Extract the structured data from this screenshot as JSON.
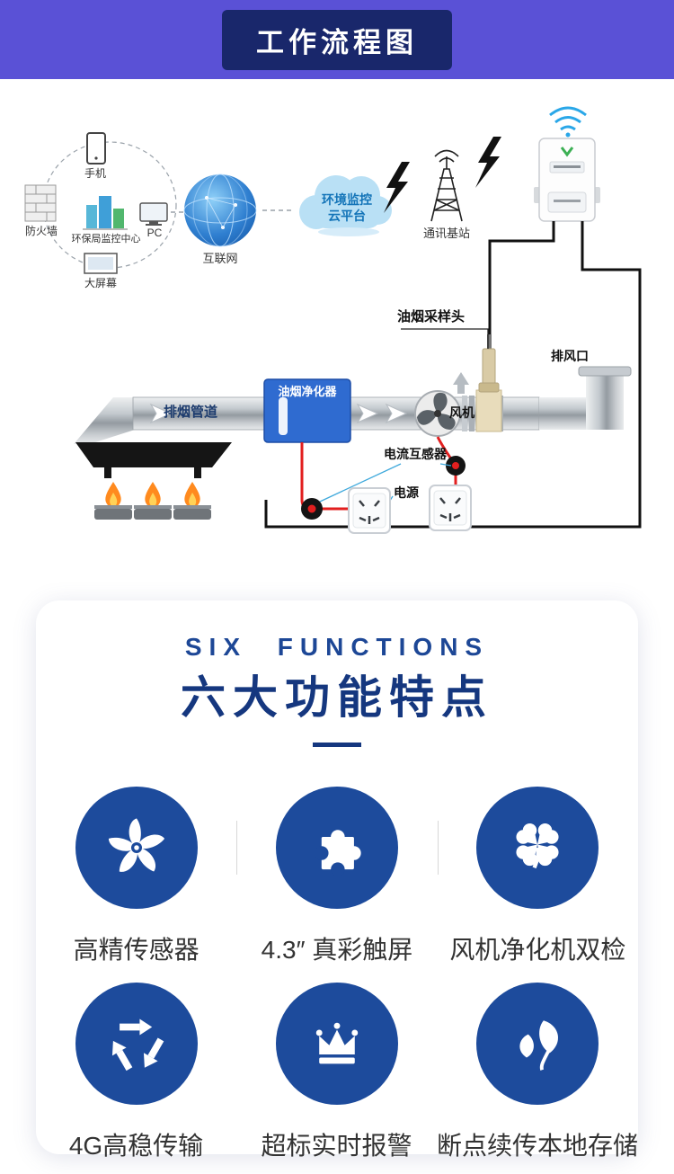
{
  "header": {
    "title": "工作流程图"
  },
  "diagram": {
    "phone": "手机",
    "firewall": "防火墙",
    "epb_center": "环保局监控中心",
    "pc": "PC",
    "big_screen": "大屏幕",
    "internet": "互联网",
    "cloud_line1": "环境监控",
    "cloud_line2": "云平台",
    "base_station": "通讯基站",
    "sampling_head": "油烟采样头",
    "exhaust_outlet": "排风口",
    "smoke_duct": "排烟管道",
    "purifier": "油烟净化器",
    "fan": "风机",
    "current_transformer": "电流互感器",
    "power": "电源"
  },
  "features": {
    "subtitle": "SIX FUNCTIONS",
    "title": "六大功能特点",
    "items": [
      {
        "label": "高精传感器",
        "icon": "fan-icon"
      },
      {
        "label": "4.3″ 真彩触屏",
        "icon": "puzzle-icon"
      },
      {
        "label": "风机净化机双检",
        "icon": "clover-icon"
      },
      {
        "label": "4G高稳传输",
        "icon": "recycle-icon"
      },
      {
        "label": "超标实时报警",
        "icon": "crown-icon"
      },
      {
        "label": "断点续传本地存储",
        "icon": "leaf-icon"
      }
    ]
  },
  "colors": {
    "header_band": "#5a51d6",
    "header_box": "#19276b",
    "accent_blue": "#1d4b9c",
    "title_blue": "#15377f",
    "wire_red": "#e21f1f"
  }
}
